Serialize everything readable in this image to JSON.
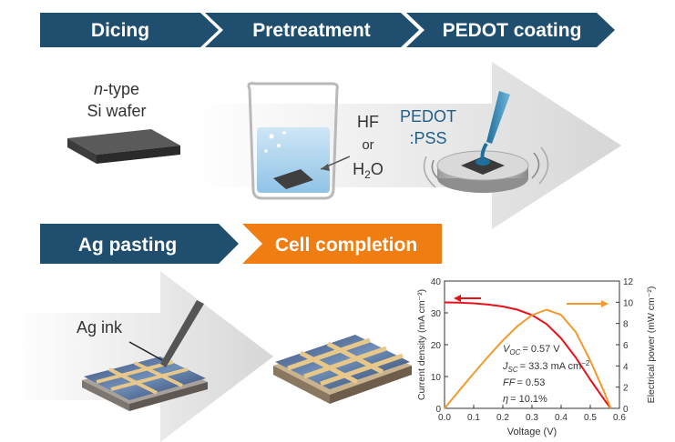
{
  "steps_top": [
    "Dicing",
    "Pretreatment",
    "PEDOT coating"
  ],
  "steps_bottom": [
    "Ag pasting",
    "Cell completion"
  ],
  "labels": {
    "wafer_italic": "n",
    "wafer_rest": "-type",
    "wafer_line2": "Si wafer",
    "hf": "HF",
    "or": "or",
    "h2o_h": "H",
    "h2o_sub": "2",
    "h2o_o": "O",
    "pedot_line1": "PEDOT",
    "pedot_line2": ":PSS",
    "ag_ink": "Ag ink"
  },
  "colors": {
    "step_dark": "#1f4e6e",
    "step_orange": "#f07d12",
    "jv_curve": "#e8101a",
    "power_curve": "#f39a2c"
  },
  "chart_data": {
    "type": "line",
    "title": "",
    "xlabel": "Voltage (V)",
    "ylabel": "Current density (mA cm⁻²)",
    "y2label": "Electrical power (mW cm⁻²)",
    "xlim": [
      0.0,
      0.6
    ],
    "ylim": [
      0,
      40
    ],
    "y2lim": [
      0,
      12
    ],
    "xticks": [
      "0.0",
      "0.1",
      "0.2",
      "0.3",
      "0.4",
      "0.5",
      "0.6"
    ],
    "yticks": [
      "0",
      "10",
      "20",
      "30",
      "40"
    ],
    "y2ticks": [
      "0",
      "2",
      "4",
      "6",
      "8",
      "10",
      "12"
    ],
    "grid": false,
    "series": [
      {
        "axis": "left",
        "x": [
          0.0,
          0.05,
          0.1,
          0.15,
          0.2,
          0.25,
          0.3,
          0.35,
          0.4,
          0.45,
          0.5,
          0.55,
          0.57
        ],
        "y": [
          33.3,
          33.2,
          33.0,
          32.6,
          32.0,
          31.0,
          29.3,
          26.5,
          22.0,
          16.0,
          9.0,
          2.5,
          0.0
        ]
      },
      {
        "axis": "right",
        "x": [
          0.0,
          0.05,
          0.1,
          0.15,
          0.2,
          0.25,
          0.3,
          0.35,
          0.4,
          0.45,
          0.5,
          0.55,
          0.57
        ],
        "y": [
          0.0,
          1.66,
          3.3,
          4.89,
          6.4,
          7.75,
          8.79,
          9.3,
          8.8,
          7.2,
          4.5,
          1.4,
          0.0
        ]
      }
    ],
    "annotations": {
      "voc": "= 0.57 V",
      "jsc": "= 33.3 mA cm",
      "ff": "= 0.53",
      "eta": "= 10.1%"
    }
  }
}
